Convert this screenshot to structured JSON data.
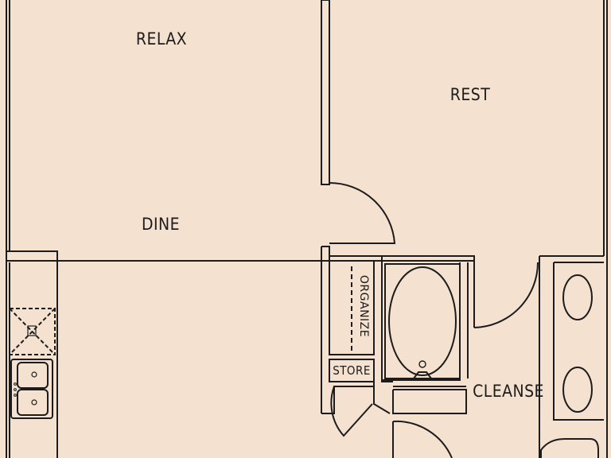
{
  "colors": {
    "background": "#f4e1cf",
    "wall": "#1c1c1c",
    "fixture_fill": "#f4e1cf"
  },
  "labels": {
    "relax": "RELAX",
    "rest": "REST",
    "dine": "DINE",
    "organize": "ORGANIZE",
    "store": "STORE",
    "cleanse": "CLEANSE"
  }
}
